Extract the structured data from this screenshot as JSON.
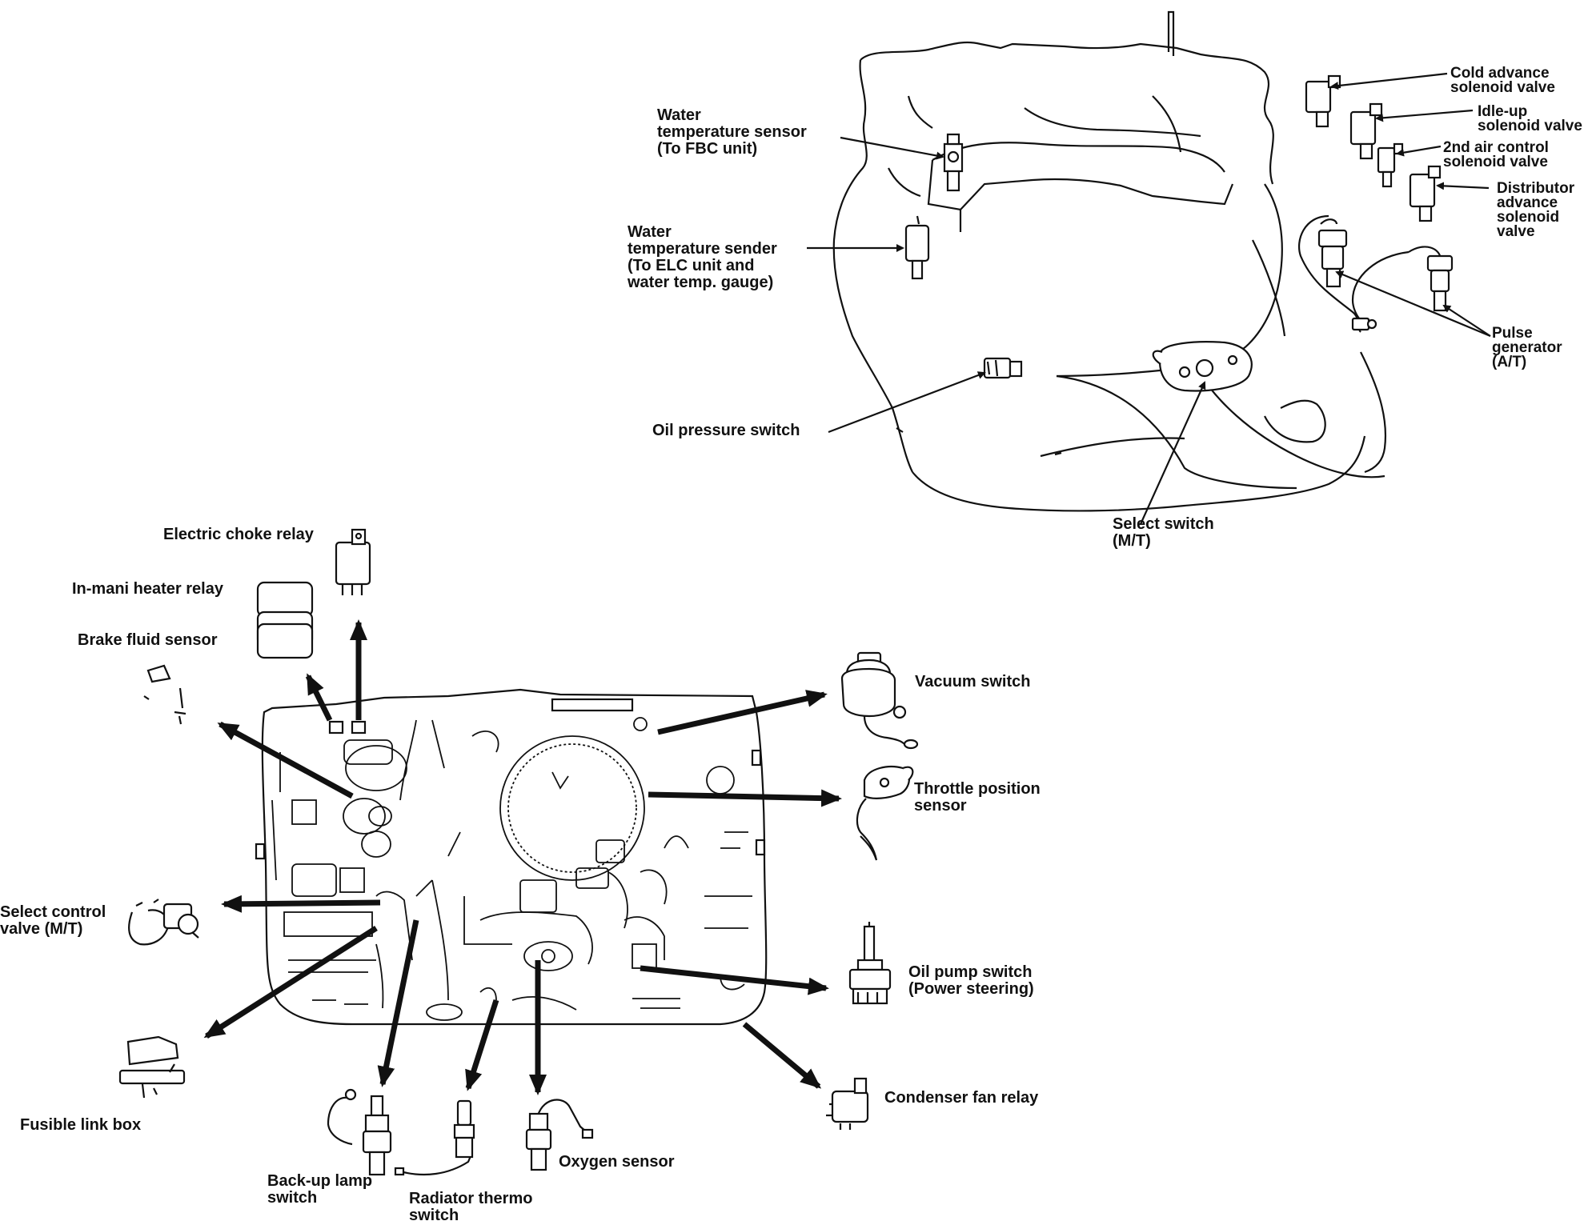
{
  "upper_view": {
    "water_temp_sensor": "Water\ntemperature sensor\n(To FBC unit)",
    "water_temp_sender": "Water\ntemperature sender\n(To ELC unit and\nwater temp. gauge)",
    "oil_pressure_switch": "Oil pressure switch",
    "select_switch": "Select switch\n(M/T)",
    "cold_advance": "Cold advance\nsolenoid valve",
    "idle_up": "Idle-up\nsolenoid valve",
    "second_air": "2nd air control\nsolenoid valve",
    "distributor_advance": "Distributor\nadvance\nsolenoid\nvalve",
    "pulse_generator": "Pulse\ngenerator\n(A/T)"
  },
  "lower_view": {
    "electric_choke_relay": "Electric choke relay",
    "in_mani_heater_relay": "In-mani heater relay",
    "brake_fluid_sensor": "Brake fluid sensor",
    "select_control_valve": "Select control\nvalve (M/T)",
    "fusible_link_box": "Fusible link box",
    "backup_lamp_switch": "Back-up lamp\nswitch",
    "radiator_thermo_switch": "Radiator thermo\nswitch",
    "oxygen_sensor": "Oxygen sensor",
    "vacuum_switch": "Vacuum switch",
    "throttle_position_sensor": "Throttle position\nsensor",
    "oil_pump_switch": "Oil pump switch\n(Power steering)",
    "condenser_fan_relay": "Condenser fan relay"
  }
}
